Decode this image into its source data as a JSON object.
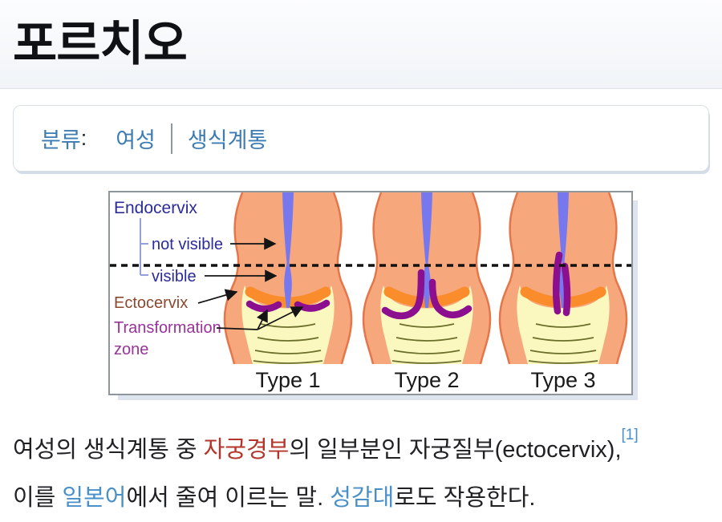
{
  "page": {
    "title": "포르치오",
    "background": "#ffffff",
    "text_color": "#202124"
  },
  "category_bar": {
    "label": "분류",
    "colon": ":",
    "items": [
      {
        "label": "여성"
      },
      {
        "label": "생식계통"
      }
    ],
    "link_color": "#3d7cb2"
  },
  "diagram": {
    "labels": {
      "endocervix": "Endocervix",
      "not_visible": "not visible",
      "visible": "visible",
      "ectocervix": "Ectocervix",
      "transformation_line1": "Transformation",
      "transformation_line2": "zone"
    },
    "type_labels": [
      "Type 1",
      "Type 2",
      "Type 3"
    ],
    "colors": {
      "body_salmon": "#f6a77c",
      "body_outline": "#e4764a",
      "canal_blue": "#7878ee",
      "vaginal_wall_yellow": "#fbf8bf",
      "ectocervix_orange": "#fb8c2b",
      "transformation_purple": "#8b0f8f",
      "label_navy": "#2b2b99",
      "label_brown": "#8b4a2f",
      "label_purple": "#993399",
      "rugae_olive": "#6b6e2a"
    }
  },
  "paragraph": {
    "lines": [
      {
        "segments": [
          {
            "text": "여성의 생식계통 중 ",
            "type": "plain"
          },
          {
            "text": "자궁경부",
            "type": "link-red"
          },
          {
            "text": "의 일부분인 자궁질부(ectocervix),",
            "type": "plain"
          },
          {
            "text": "[1]",
            "type": "ref"
          }
        ]
      },
      {
        "segments": [
          {
            "text": "이를 ",
            "type": "plain"
          },
          {
            "text": "일본어",
            "type": "link-blue"
          },
          {
            "text": "에서 줄여 이르는 말. ",
            "type": "plain"
          },
          {
            "text": "성감대",
            "type": "link-blue"
          },
          {
            "text": "로도 작용한다.",
            "type": "plain"
          }
        ]
      }
    ],
    "link_red": "#b4352a",
    "link_blue": "#4a90c8"
  }
}
